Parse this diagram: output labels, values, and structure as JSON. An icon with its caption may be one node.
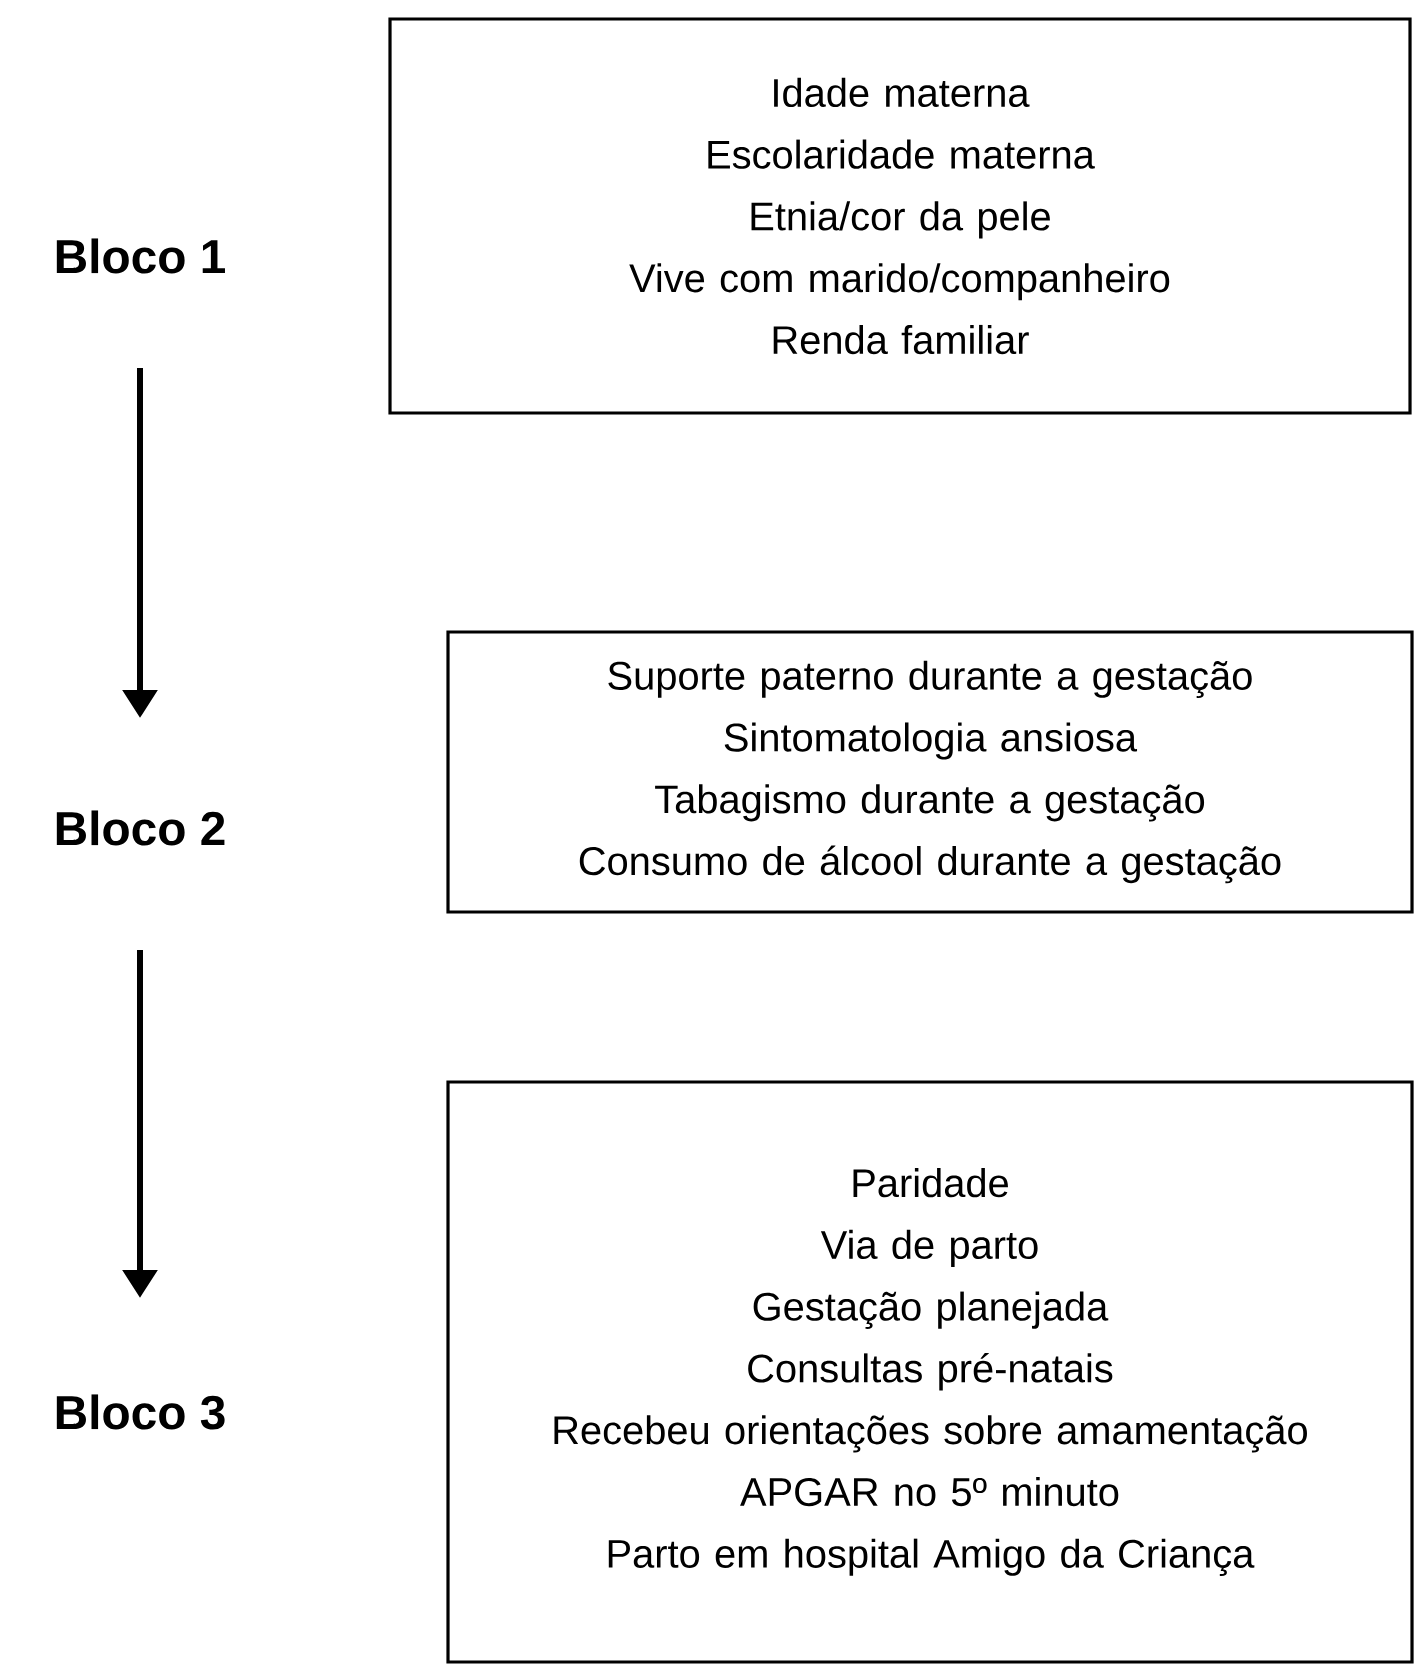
{
  "diagram": {
    "nodes": [
      {
        "text": [
          "Bloco 1"
        ]
      },
      {
        "text": [
          "Idade materna",
          "Escolaridade materna",
          "Etnia/cor da pele",
          "Vive com marido/companheiro",
          "Renda familiar"
        ]
      },
      {
        "text": [
          "Bloco 2"
        ]
      },
      {
        "text": [
          "Suporte paterno durante a gestação",
          "Sintomatologia ansiosa",
          "Tabagismo durante a gestação",
          "Consumo de álcool durante a gestação"
        ]
      },
      {
        "text": [
          "Bloco 3"
        ]
      },
      {
        "text": [
          "Paridade",
          "Via de parto",
          "Gestação planejada",
          "Consultas pré-natais",
          "Recebeu orientações sobre amamentação",
          "APGAR no 5º minuto",
          "Parto em hospital Amigo da Criança"
        ]
      }
    ],
    "edges": [
      {
        "from": 0,
        "to": 2,
        "arrow": "to"
      },
      {
        "from": 2,
        "to": 4,
        "arrow": "to"
      }
    ]
  }
}
